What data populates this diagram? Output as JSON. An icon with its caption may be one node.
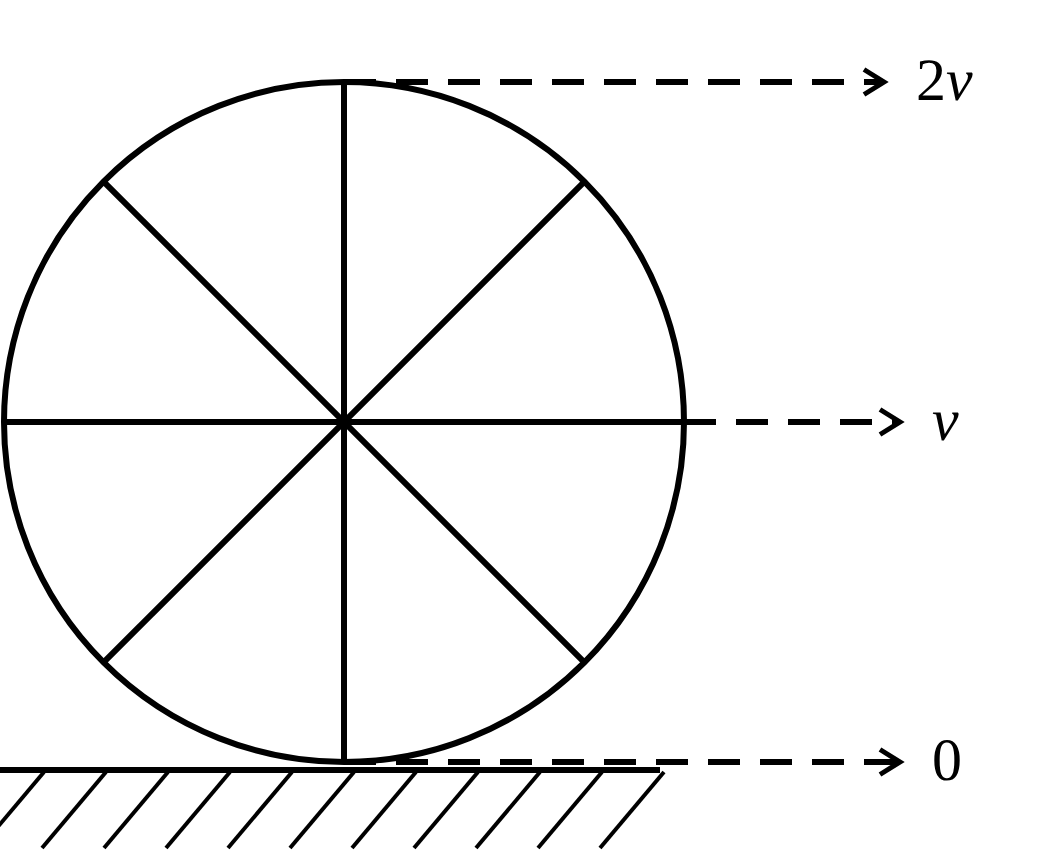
{
  "diagram": {
    "nodes": [
      {
        "text": [],
        "shape": "circle"
      },
      {
        "text": [
          "2v"
        ]
      },
      {
        "text": [
          "v"
        ]
      },
      {
        "text": [
          "0"
        ]
      }
    ],
    "edges": [
      {
        "from": 0,
        "to": 1,
        "arrow": "to",
        "style": "dashed"
      },
      {
        "from": 0,
        "to": 2,
        "arrow": "to",
        "style": "dashed"
      },
      {
        "from": 0,
        "to": 3,
        "arrow": "to",
        "style": "dashed"
      }
    ]
  }
}
